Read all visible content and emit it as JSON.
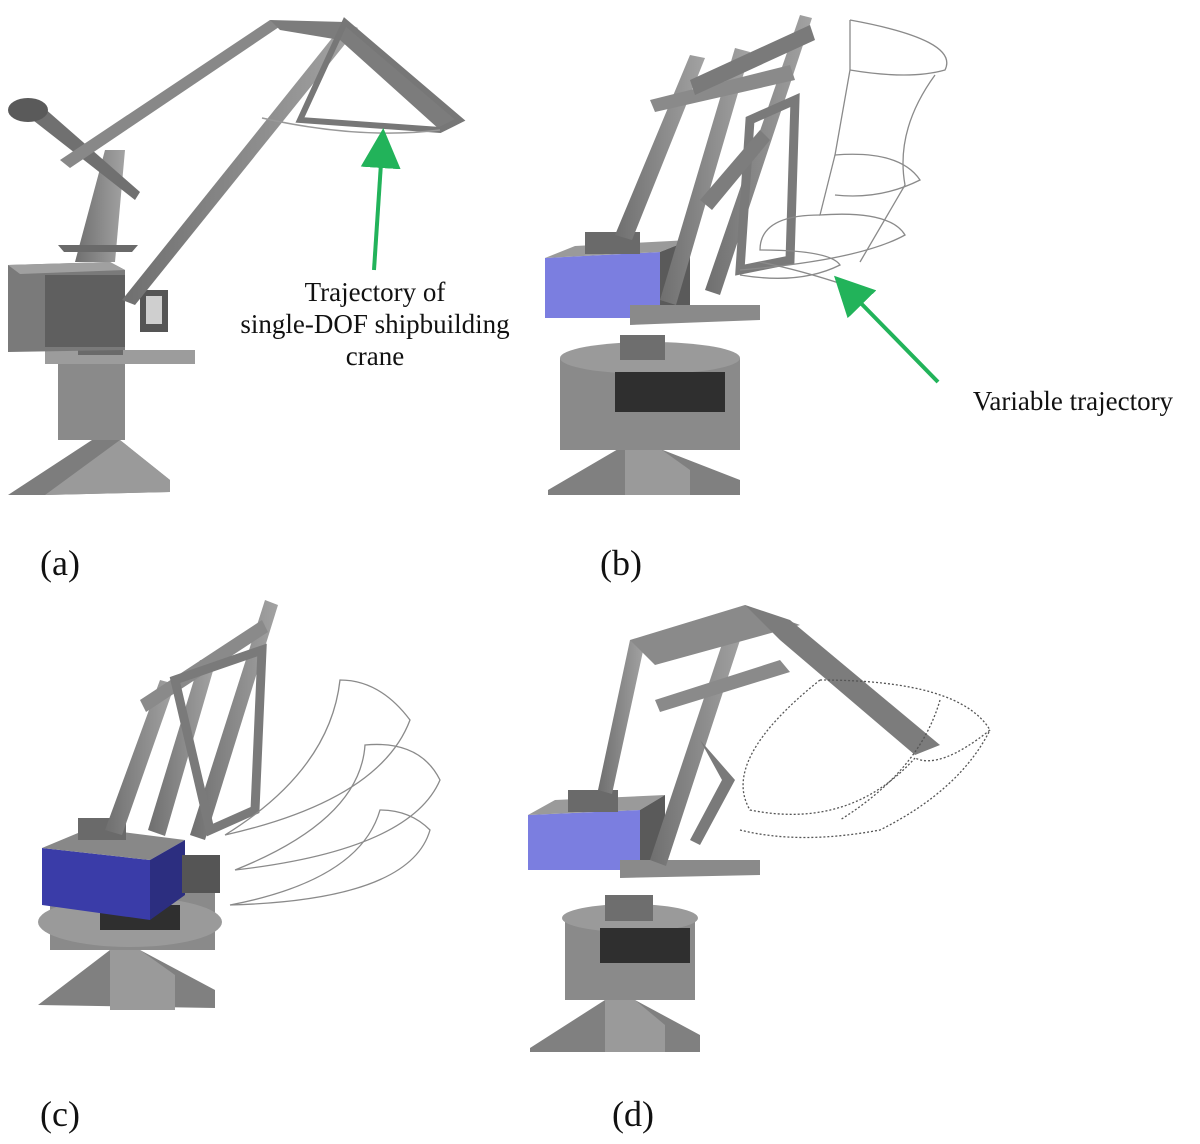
{
  "panels": [
    {
      "label": "(a)"
    },
    {
      "label": "(b)"
    },
    {
      "label": "(c)"
    },
    {
      "label": "(d)"
    }
  ],
  "annotations": {
    "single_dof_lines": [
      "Trajectory of",
      "single-DOF shipbuilding",
      "crane"
    ],
    "variable": "Variable trajectory"
  },
  "colors": {
    "arrow": "#22b35a",
    "body_blue": "#7b7ee0",
    "steel": "#8e8e8e"
  }
}
